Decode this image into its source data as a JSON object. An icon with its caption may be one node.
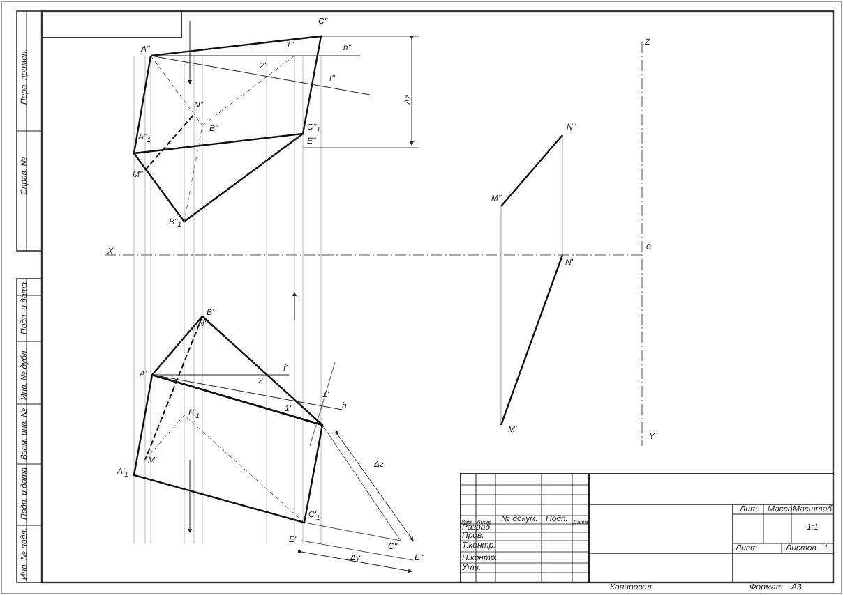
{
  "diagram": {
    "labels": [
      "Перв. примен.",
      "Справ. №",
      "Подп. и дата",
      "Инв. № дубл.",
      "Взам. инв. №",
      "Подп. и дата",
      "Инв. № подл.",
      "A''",
      "C''",
      "1''",
      "h''",
      "2''",
      "f''",
      "N''",
      "B''",
      "A''$_{1}$",
      "C''$_{1}$",
      "E''",
      "M''",
      "B''$_{1}$",
      "Δz",
      "X",
      "B'",
      "N'",
      "A'",
      "2'",
      "f'",
      "1'",
      "1'",
      "h'",
      "B'$_{1}$",
      "M'",
      "A'$_{1}$",
      "C'$_{1}$",
      "Δz",
      "E'",
      "C''",
      "E''",
      "Δy",
      "Z",
      "N''",
      "M''",
      "0",
      "N'",
      "M'",
      "Y",
      "Изм.",
      "Лист",
      "№ докум.",
      "Подп.",
      "Дата",
      "Разраб.",
      "Пров.",
      "Т.контр.",
      "Н.контр.",
      "Утв.",
      "Лит.",
      "Масса",
      "Масштаб",
      "1:1",
      "Лист",
      "Листов",
      "1",
      "Копировал",
      "Формат",
      "A3"
    ]
  }
}
